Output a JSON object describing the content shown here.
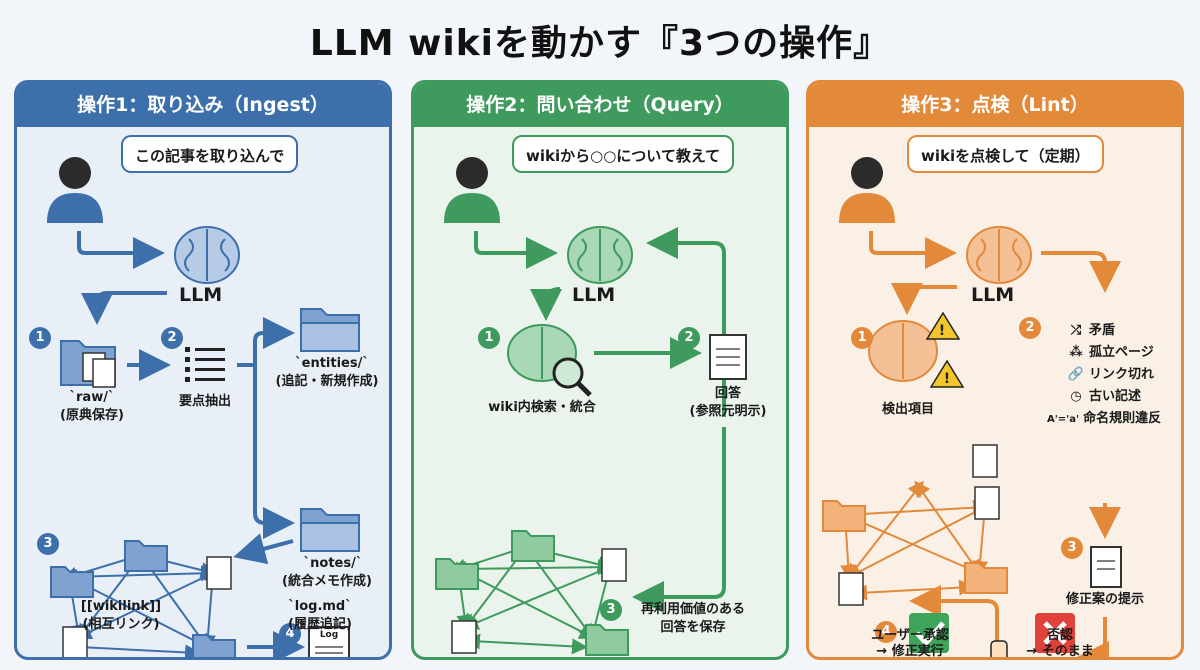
{
  "title": "LLM wikiを動かす『3つの操作』",
  "colors": {
    "ingest": "#3d70ab",
    "query": "#3f9a5d",
    "lint": "#e2893a"
  },
  "panel1": {
    "header": "操作1：取り込み（Ingest）",
    "bubble": "この記事を取り込んで",
    "llm": "LLM",
    "step1": "1",
    "step2": "2",
    "step3": "3",
    "step4": "4",
    "raw_label": "`raw/`",
    "raw_sub": "(原典保存)",
    "extract_label": "要点抽出",
    "entities_label": "`entities/`",
    "entities_sub": "(追記・新規作成)",
    "notes_label": "`notes/`",
    "notes_sub": "(統合メモ作成)",
    "wikilink_label": "[[wikilink]]",
    "wikilink_sub": "(相互リンク)",
    "log_icon_text": "Log",
    "log_label": "`log.md`",
    "log_sub": "(履歴追記)"
  },
  "panel2": {
    "header": "操作2：問い合わせ（Query）",
    "bubble": "wikiから○○について教えて",
    "llm": "LLM",
    "step1": "1",
    "step2": "2",
    "step3": "3",
    "search_label": "wiki内検索・統合",
    "answer_label": "回答",
    "answer_sub": "(参照元明示)",
    "save_line1": "再利用価値のある",
    "save_line2": "回答を保存"
  },
  "panel3": {
    "header": "操作3：点検（Lint）",
    "bubble": "wikiを点検して（定期）",
    "llm": "LLM",
    "step1": "1",
    "step2": "2",
    "step3": "3",
    "step4": "4",
    "detect_label": "検出項目",
    "checks": [
      {
        "icon": "shuffle-icon",
        "glyph": "⤮",
        "label": "矛盾"
      },
      {
        "icon": "orphan-icon",
        "glyph": "⁂",
        "label": "孤立ページ"
      },
      {
        "icon": "link-icon",
        "glyph": "🔗",
        "label": "リンク切れ"
      },
      {
        "icon": "clock-icon",
        "glyph": "◷",
        "label": "古い記述"
      },
      {
        "icon": "naming-icon",
        "glyph": "A'='a'",
        "label": "命名規則違反"
      }
    ],
    "proposal_label": "修正案の提示",
    "approve_line1": "ユーザー承認",
    "approve_line2": "→ 修正実行",
    "reject_line1": "否認",
    "reject_line2": "→ そのまま"
  }
}
